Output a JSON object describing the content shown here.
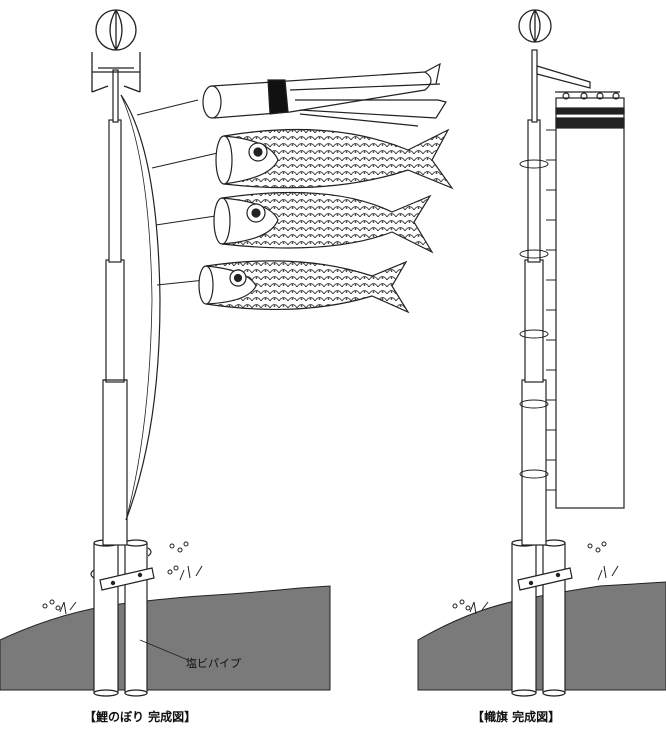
{
  "figures": {
    "carp_streamer": {
      "caption": "【鯉のぼり 完成図】"
    },
    "banner_flag": {
      "caption": "【幟旗 完成図】"
    }
  },
  "labels": {
    "pvc_pipe": "塩ビパイプ"
  },
  "colors": {
    "ground": "#7a7a7a",
    "line": "#222222",
    "fill": "#ffffff"
  }
}
